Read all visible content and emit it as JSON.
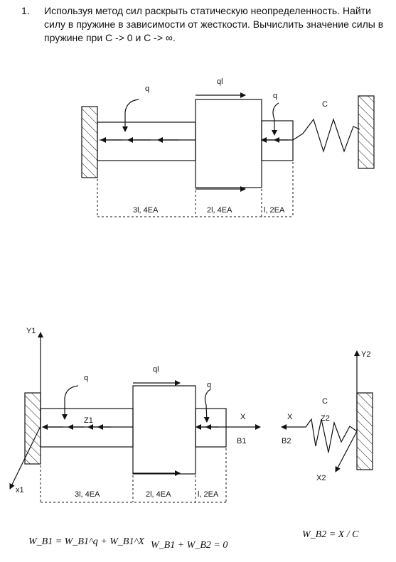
{
  "task": {
    "number": "1.",
    "text": "Используя метод сил раскрыть статическую неопределенность. Найти силу в пружине в зависимости от жесткости. Вычислить значение силы в пружине при C -> 0 и C -> ∞."
  },
  "figure1": {
    "q_left": "q",
    "ql": "ql",
    "q_right": "q",
    "spring": "C",
    "seg1": "3l, 4EA",
    "seg2": "2l, 4EA",
    "seg3": "l, 2EA"
  },
  "figure2": {
    "y1": "Y1",
    "x1": "x1",
    "q_left": "q",
    "ql": "ql",
    "q_right": "q",
    "z1": "Z1",
    "x_b1": "X",
    "b1": "B1",
    "seg1": "3l, 4EA",
    "seg2": "2l, 4EA",
    "seg3": "l, 2EA",
    "y2": "Y2",
    "c": "C",
    "x_b2": "X",
    "z2": "Z2",
    "b2": "B2",
    "x2": "X2"
  },
  "formulas": {
    "f1": "W_B1 = W_B1^q + W_B1^X",
    "f2": "W_B1 + W_B2 = 0",
    "f3": "W_B2 = X / C"
  }
}
